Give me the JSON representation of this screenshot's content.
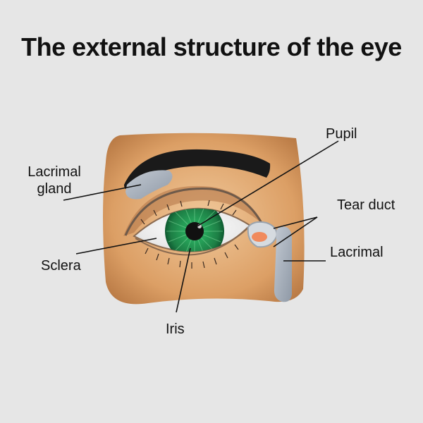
{
  "title": "The external structure of the eye",
  "labels": {
    "lacrimal_gland_line1": "Lacrimal",
    "lacrimal_gland_line2": "gland",
    "pupil": "Pupil",
    "tear_duct": "Tear duct",
    "lacrimal": "Lacrimal",
    "sclera": "Sclera",
    "iris": "Iris"
  },
  "colors": {
    "background": "#e6e6e6",
    "skin": "#d99a5e",
    "eyebrow": "#1a1a1a",
    "gland": "#a9b2bd",
    "sclera": "#f4f4f4",
    "iris": "#1f8a4c",
    "pupil": "#111111",
    "caruncle": "#f08a5d"
  }
}
